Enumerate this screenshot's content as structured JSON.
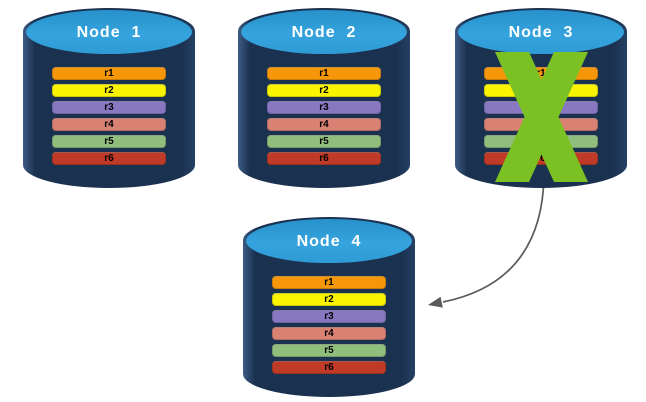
{
  "diagram": {
    "description": "Database replication nodes with failed node and failover arrow"
  },
  "nodes": [
    {
      "id": "node-1",
      "label": "Node  1",
      "failed": false,
      "rows": [
        {
          "label": "r1",
          "color": "#f59709"
        },
        {
          "label": "r2",
          "color": "#fbf400"
        },
        {
          "label": "r3",
          "color": "#8878c2"
        },
        {
          "label": "r4",
          "color": "#d98173"
        },
        {
          "label": "r5",
          "color": "#90be7c"
        },
        {
          "label": "r6",
          "color": "#bf3b27"
        }
      ]
    },
    {
      "id": "node-2",
      "label": "Node  2",
      "failed": false,
      "rows": [
        {
          "label": "r1",
          "color": "#f59709"
        },
        {
          "label": "r2",
          "color": "#fbf400"
        },
        {
          "label": "r3",
          "color": "#8878c2"
        },
        {
          "label": "r4",
          "color": "#d98173"
        },
        {
          "label": "r5",
          "color": "#90be7c"
        },
        {
          "label": "r6",
          "color": "#bf3b27"
        }
      ]
    },
    {
      "id": "node-3",
      "label": "Node  3",
      "failed": true,
      "rows": [
        {
          "label": "r1",
          "color": "#f59709"
        },
        {
          "label": "r2",
          "color": "#fbf400"
        },
        {
          "label": "r3",
          "color": "#8878c2"
        },
        {
          "label": "r4",
          "color": "#d98173"
        },
        {
          "label": "r5",
          "color": "#90be7c"
        },
        {
          "label": "r6",
          "color": "#bf3b27"
        }
      ]
    },
    {
      "id": "node-4",
      "label": "Node  4",
      "failed": false,
      "rows": [
        {
          "label": "r1",
          "color": "#f59709"
        },
        {
          "label": "r2",
          "color": "#fbf400"
        },
        {
          "label": "r3",
          "color": "#8878c2"
        },
        {
          "label": "r4",
          "color": "#d98173"
        },
        {
          "label": "r5",
          "color": "#90be7c"
        },
        {
          "label": "r6",
          "color": "#bf3b27"
        }
      ]
    }
  ],
  "arrow": {
    "from": "node-3",
    "to": "node-4",
    "color": "#5b5b5b"
  },
  "colors": {
    "cylinder_body": "#1b3150",
    "cylinder_top": "#2e9bd5",
    "title_text": "#ffffff",
    "row_text": "#000000",
    "failure_x": "#7cc123",
    "background": "#ffffff"
  }
}
